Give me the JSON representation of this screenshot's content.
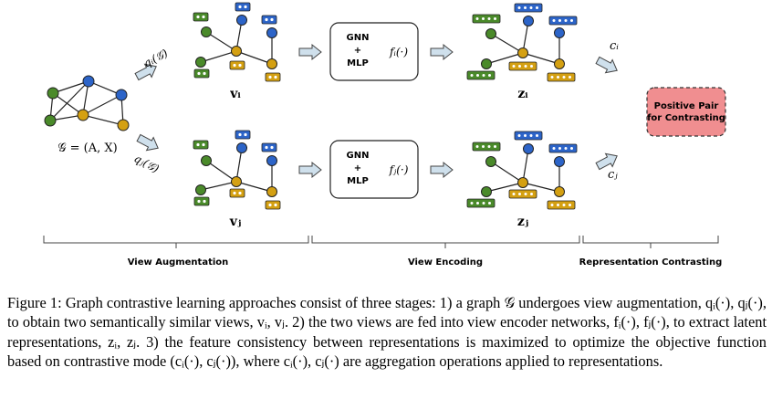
{
  "input_graph_label": "𝒢 = (A, X)",
  "augment_top": "qᵢ(𝒢)",
  "augment_bottom": "qⱼ(𝒢)",
  "view_top": "vᵢ",
  "view_bottom": "vⱼ",
  "encoder_top": {
    "line1": "GNN",
    "line2": "+",
    "line3": "MLP",
    "func": "fᵢ(·)"
  },
  "encoder_bottom": {
    "line1": "GNN",
    "line2": "+",
    "line3": "MLP",
    "func": "fⱼ(·)"
  },
  "repr_top": "zᵢ",
  "repr_bottom": "zⱼ",
  "contrast_top": "cᵢ",
  "contrast_bottom": "cⱼ",
  "positive_pair": {
    "line1": "Positive Pair",
    "line2": "for Contrasting"
  },
  "stages": [
    "View Augmentation",
    "View Encoding",
    "Representation Contrasting"
  ],
  "caption": "Figure 1: Graph contrastive learning approaches consist of three stages: 1) a graph 𝒢 undergoes view augmentation, qᵢ(·), qⱼ(·), to obtain two semantically similar views, vᵢ, vⱼ. 2) the two views are fed into view encoder networks, fᵢ(·), fⱼ(·), to extract latent representations, zᵢ, zⱼ. 3) the feature consistency between representations is maximized to optimize the objective function based on contrastive mode (cᵢ(·), cⱼ(·)), where cᵢ(·), cⱼ(·) are aggregation operations applied to representations.",
  "colors": {
    "green": "#4a8a2a",
    "blue": "#2c64c8",
    "gold": "#d4a012",
    "pair_fill": "#f08e90",
    "arrow_fill": "#cfe0ec"
  }
}
